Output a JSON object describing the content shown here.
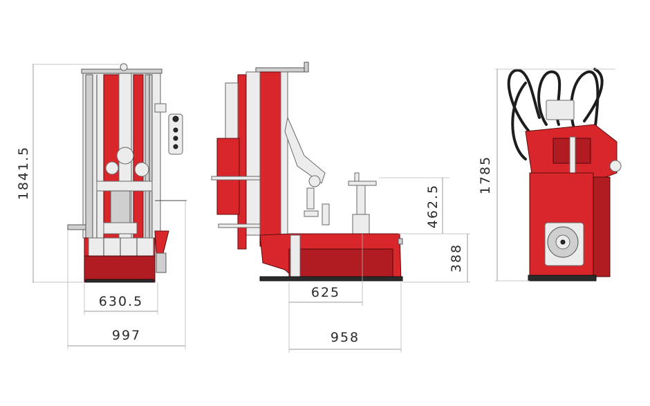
{
  "diagram": {
    "accent_color": "#d9262b",
    "dimensions": {
      "front_height": "1841.5",
      "front_inner_width": "630.5",
      "front_total_width": "997",
      "side_turntable_width": "625",
      "side_total_width": "958",
      "side_upper_height": "462.5",
      "side_lower_height": "388",
      "rear_height": "1785"
    }
  }
}
